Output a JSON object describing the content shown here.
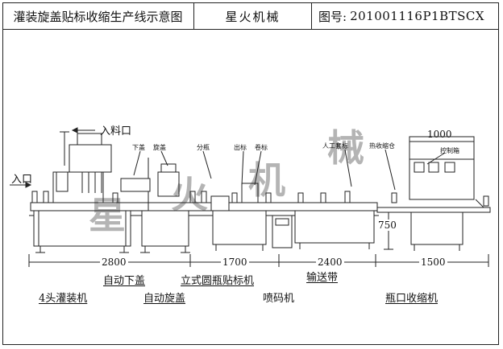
{
  "title_block": {
    "title": "灌装旋盖贴标收缩生产线示意图",
    "company": "星火机械",
    "drawing_no_label": "图号:",
    "drawing_no": "201001116P1BTSCX"
  },
  "callouts": {
    "feed_inlet": "入料口",
    "inlet": "入口",
    "lower_cap": "下盖",
    "screw_cap": "旋盖",
    "separate_bottle": "分瓶",
    "label_out": "出标",
    "roll_label": "卷标",
    "manual_cap": "人工套标",
    "heat_shrink": "热收缩仓",
    "control_box": "控制箱"
  },
  "dimensions": {
    "d1": "2800",
    "d2": "1700",
    "d3": "2400",
    "d4": "1500",
    "height": "750",
    "top_width": "1000"
  },
  "machine_captions": {
    "auto_lower_cap": "自动下盖",
    "filler": "4头灌装机",
    "auto_screw_cap": "自动旋盖",
    "labeler": "立式圆瓶贴标机",
    "conveyor": "输送带",
    "coder": "喷码机",
    "shrinker": "瓶口收缩机"
  },
  "watermark": [
    "星",
    "火",
    "机",
    "械"
  ]
}
